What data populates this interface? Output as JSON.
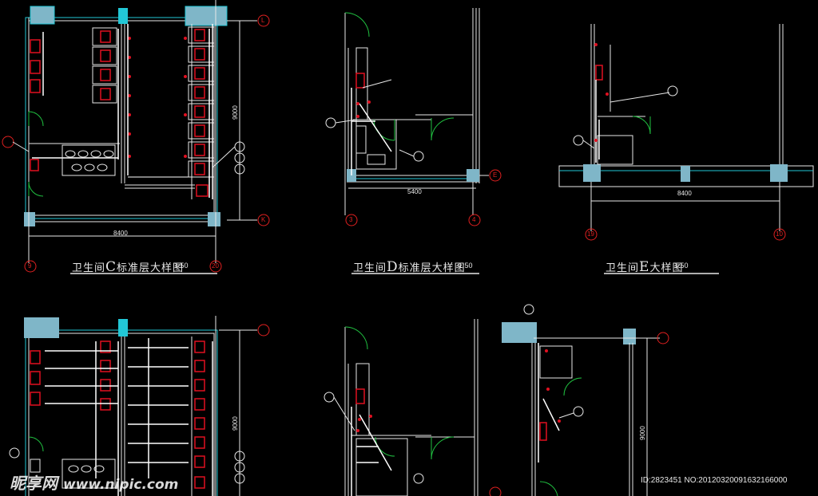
{
  "titles": {
    "c": {
      "prefix": "卫生间",
      "letter": "C",
      "suffix": "标准层大样图",
      "scale": "1:50"
    },
    "d": {
      "prefix": "卫生间",
      "letter": "D",
      "suffix": "标准层大样图",
      "scale": "1:50"
    },
    "e": {
      "prefix": "卫生间",
      "letter": "E",
      "suffix": "大样图",
      "scale": "1:50"
    }
  },
  "dimensions": {
    "c_width": "8400",
    "c_height": "9000",
    "d_width": "5400",
    "e_width": "8400",
    "low_c_height": "9000",
    "low_e_height": "9000"
  },
  "axis_labels": {
    "L": "L",
    "K": "K",
    "E": "E",
    "a9": "9",
    "a20": "20",
    "a3": "3",
    "a4": "4",
    "a19": "19",
    "a10": "10"
  },
  "watermark": {
    "brand": "昵享网",
    "url": "www.nipic.com"
  },
  "image_id": "ID:2823451 NO:20120320091632166000",
  "colors": {
    "wall": "#22c7d6",
    "column": "#7fb6c8",
    "fixture": "#e01020",
    "pipe": "#ffffff",
    "door": "#20c040",
    "line": "#e8e8e8",
    "axis": "#e02020"
  }
}
